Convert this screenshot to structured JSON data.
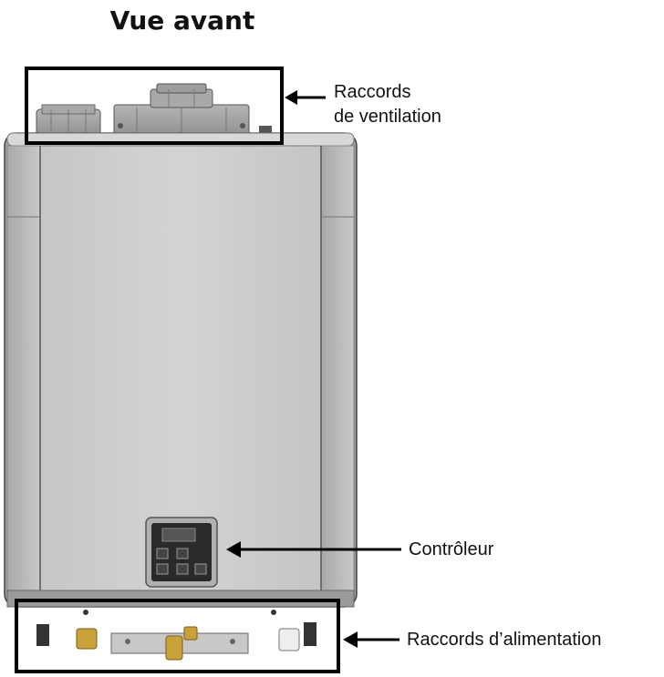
{
  "title": "Vue avant",
  "labels": {
    "vent_line1": "Raccords",
    "vent_line2": "de ventilation",
    "controller": "Contrôleur",
    "supply": "Raccords d’alimentation"
  },
  "colors": {
    "body_light": "#cfcfcf",
    "body_mid": "#b9b9b9",
    "body_dark": "#8f8f8f",
    "outline": "#111111",
    "brass": "#c9a23a"
  },
  "icons": {
    "controller_panel": "control-panel-icon",
    "arrow": "left-arrow-icon"
  }
}
